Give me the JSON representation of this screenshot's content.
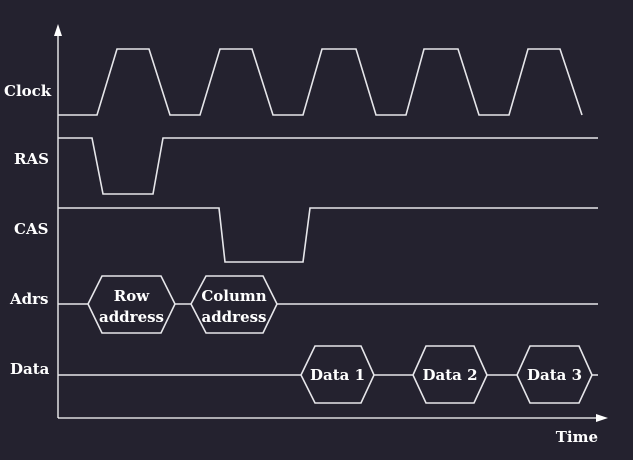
{
  "signals": {
    "clock": "Clock",
    "ras": "RAS",
    "cas": "CAS",
    "adrs": "Adrs",
    "data": "Data"
  },
  "axis": {
    "x_label": "Time"
  },
  "address_bus": [
    {
      "line1": "Row",
      "line2": "address"
    },
    {
      "line1": "Column",
      "line2": "address"
    }
  ],
  "data_bus": [
    "Data 1",
    "Data 2",
    "Data 3"
  ],
  "colors": {
    "background": "#24222f",
    "line": "#e6e6ea",
    "text": "#ffffff"
  }
}
